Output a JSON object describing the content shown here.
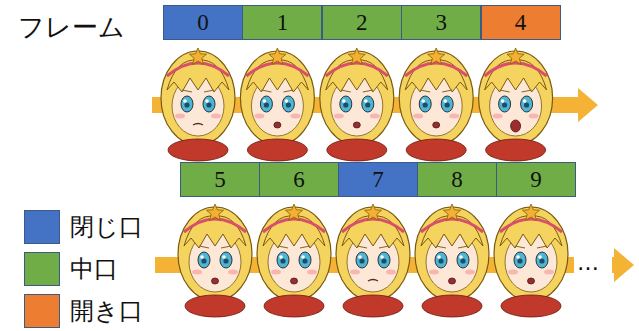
{
  "diagram": {
    "nodes": [
      {
        "text": [
          "0"
        ]
      },
      {
        "text": [
          "1"
        ]
      },
      {
        "text": [
          "2"
        ]
      },
      {
        "text": [
          "3"
        ]
      },
      {
        "text": [
          "4"
        ]
      },
      {
        "text": [
          "5"
        ]
      },
      {
        "text": [
          "6"
        ]
      },
      {
        "text": [
          "7"
        ]
      },
      {
        "text": [
          "8"
        ]
      },
      {
        "text": [
          "9"
        ]
      }
    ],
    "labels": [
      "フレーム",
      "…"
    ],
    "legend": [
      {
        "text": "閉じ口",
        "color": "#4472C4"
      },
      {
        "text": "中口",
        "color": "#70AD47"
      },
      {
        "text": "開き口",
        "color": "#ED7D31"
      }
    ]
  }
}
